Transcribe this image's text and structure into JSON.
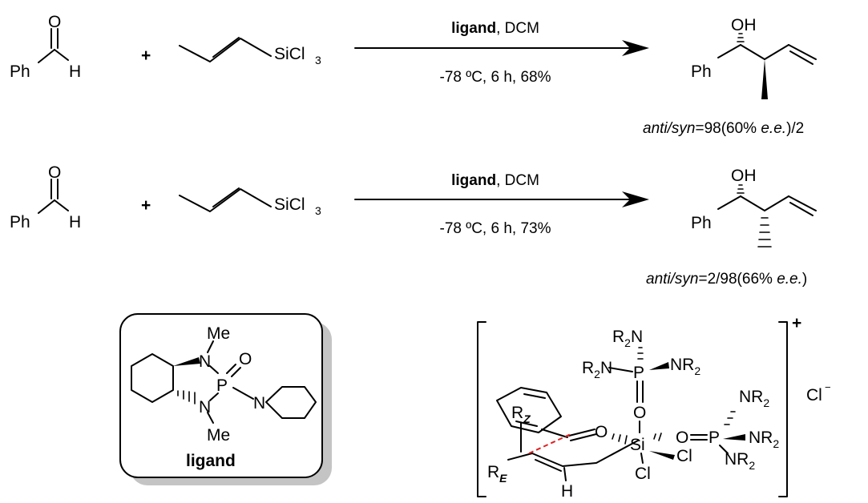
{
  "reaction1": {
    "reactant1_ph": "Ph",
    "reactant1_o": "O",
    "reactant1_h": "H",
    "plus": "+",
    "reagent": "SiCl",
    "reagent_sub": "3",
    "conditions_top_bold": "ligand",
    "conditions_top_rest": ", DCM",
    "conditions_bottom": "-78 ºC, 6 h, 68%",
    "product_oh": "OH",
    "product_ph": "Ph",
    "selectivity_a": "anti/syn",
    "selectivity_b": "=98(60% ",
    "selectivity_c": "e.e.",
    "selectivity_d": ")/2"
  },
  "reaction2": {
    "reactant1_ph": "Ph",
    "reactant1_o": "O",
    "reactant1_h": "H",
    "plus": "+",
    "reagent": "SiCl",
    "reagent_sub": "3",
    "conditions_top_bold": "ligand",
    "conditions_top_rest": ", DCM",
    "conditions_bottom": "-78 ºC, 6 h, 73%",
    "product_oh": "OH",
    "product_ph": "Ph",
    "selectivity_a": "anti/syn",
    "selectivity_b": "=2/98(66% ",
    "selectivity_c": "e.e.",
    "selectivity_d": ")"
  },
  "ligand_box": {
    "me_top": "Me",
    "me_bottom": "Me",
    "n_top": "N",
    "n_bottom": "N",
    "n_pip": "N",
    "p": "P",
    "o": "O",
    "caption": "ligand"
  },
  "transition_state": {
    "charge": "+",
    "counterion": "Cl",
    "counterion_charge": "−",
    "si": "Si",
    "r2n": "R",
    "n_suffix": "N",
    "nr2": "NR",
    "two": "2",
    "p": "P",
    "o": "O",
    "cl": "Cl",
    "h": "H",
    "r": "R",
    "z": "Z",
    "e": "E"
  }
}
